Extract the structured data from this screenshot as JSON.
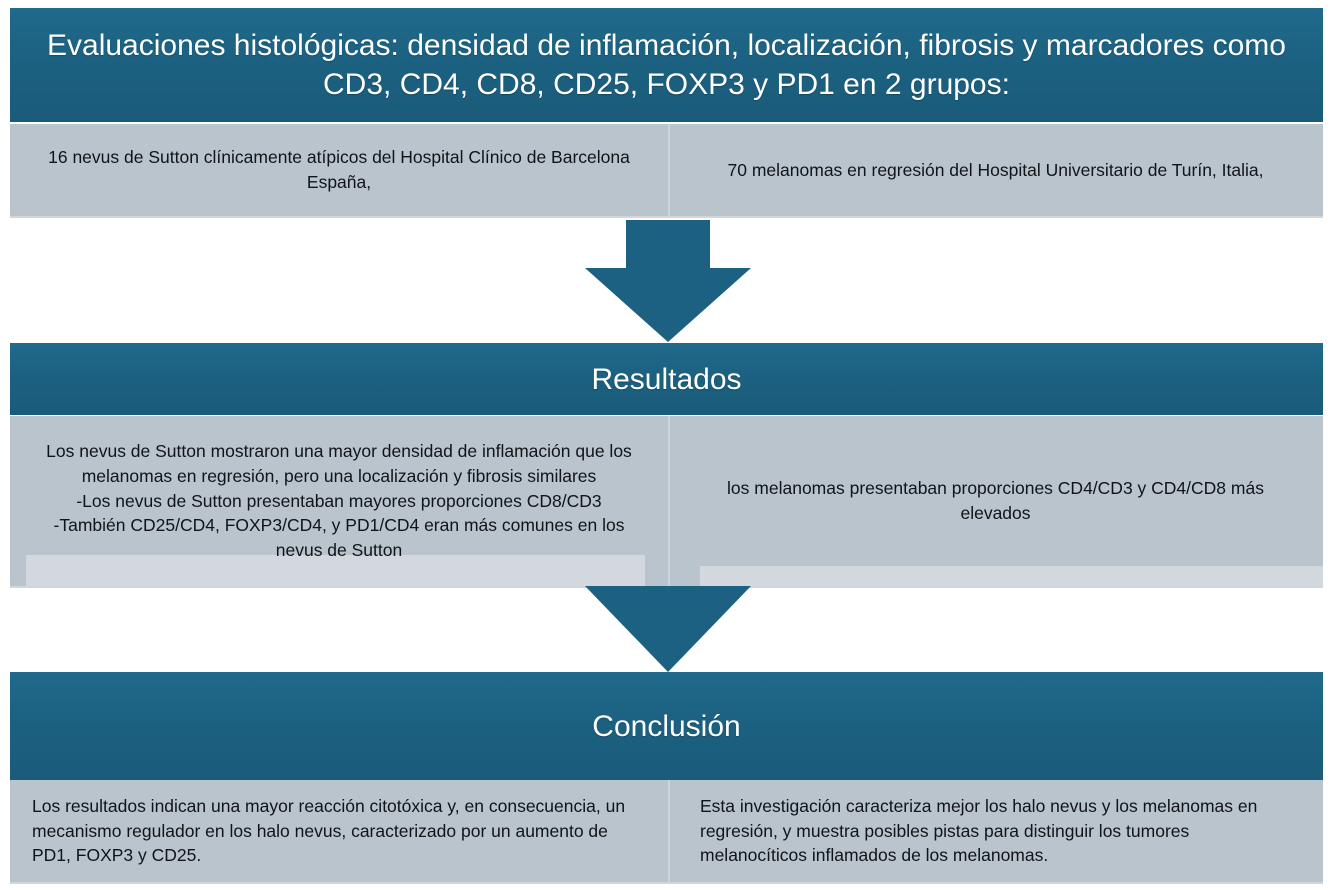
{
  "flowchart": {
    "title_banner": {
      "text": "Evaluaciones histológicas: densidad de inflamación, localización, fibrosis y marcadores como  CD3, CD4, CD8, CD25, FOXP3 y PD1 en 2 grupos:"
    },
    "groups_row": {
      "left": "16 nevus de Sutton clínicamente atípicos del Hospital Clínico de Barcelona España,",
      "right": "70 melanomas en regresión del Hospital Universitario de Turín, Italia,"
    },
    "results_banner": {
      "text": "Resultados"
    },
    "results_row": {
      "left": "Los nevus de Sutton mostraron una mayor densidad de inflamación que los melanomas en regresión, pero una localización y fibrosis similares\n-Los nevus de Sutton presentaban mayores proporciones CD8/CD3\n-También CD25/CD4, FOXP3/CD4, y PD1/CD4 eran más comunes en los nevus de Sutton",
      "right": "los melanomas presentaban proporciones CD4/CD3 y CD4/CD8 más elevados"
    },
    "conclusion_banner": {
      "text": "Conclusión"
    },
    "conclusion_row": {
      "left": "Los resultados indican una mayor reacción citotóxica y, en consecuencia, un mecanismo regulador en los halo nevus, caracterizado por un aumento de PD1, FOXP3 y CD25.",
      "right": "Esta investigación caracteriza mejor los halo nevus y los melanomas en regresión, y muestra posibles pistas para distinguir los tumores melanocíticos inflamados de los melanomas."
    },
    "arrows": {
      "first": "down-arrow-icon",
      "second": "down-arrow-icon"
    },
    "colors": {
      "banner_blue": "#1c6181",
      "panel_gray": "#b9c4cc",
      "band_gray": "#d2d8dd",
      "text_dark": "#111418",
      "text_light": "#ffffff"
    }
  }
}
